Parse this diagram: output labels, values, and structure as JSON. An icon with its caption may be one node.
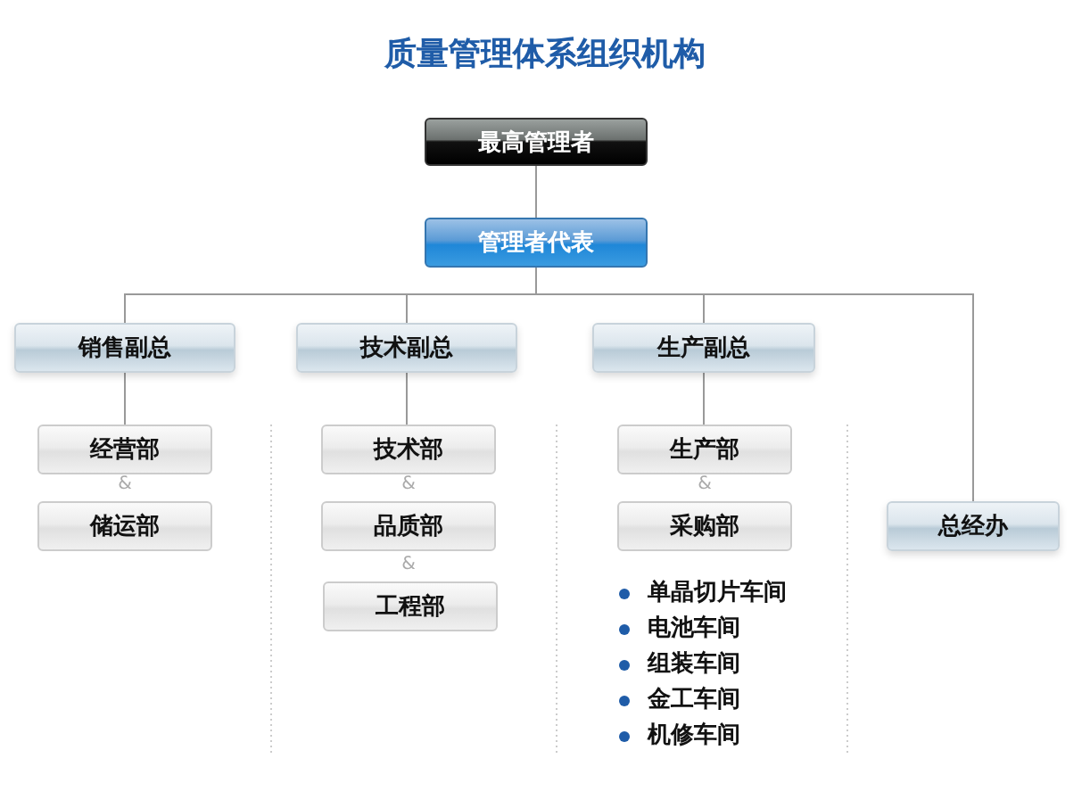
{
  "diagram": {
    "title": "质量管理体系组织机构",
    "nodes": [
      {
        "text": [
          "最高管理者"
        ]
      },
      {
        "text": [
          "管理者代表"
        ]
      },
      {
        "text": [
          "销售副总"
        ]
      },
      {
        "text": [
          "技术副总"
        ]
      },
      {
        "text": [
          "生产副总"
        ]
      },
      {
        "text": [
          "总经办"
        ]
      },
      {
        "text": [
          "经营部"
        ]
      },
      {
        "text": [
          "储运部"
        ]
      },
      {
        "text": [
          "技术部"
        ]
      },
      {
        "text": [
          "品质部"
        ]
      },
      {
        "text": [
          "工程部"
        ]
      },
      {
        "text": [
          "生产部"
        ]
      },
      {
        "text": [
          "采购部"
        ]
      }
    ],
    "edges": [
      {
        "from": 0,
        "to": 1,
        "arrow": "none"
      },
      {
        "from": 1,
        "to": 2,
        "arrow": "none"
      },
      {
        "from": 1,
        "to": 3,
        "arrow": "none"
      },
      {
        "from": 1,
        "to": 4,
        "arrow": "none"
      },
      {
        "from": 1,
        "to": 5,
        "arrow": "none"
      },
      {
        "from": 2,
        "to": 6,
        "arrow": "none"
      },
      {
        "from": 3,
        "to": 8,
        "arrow": "none"
      },
      {
        "from": 4,
        "to": 11,
        "arrow": "none"
      }
    ],
    "labels": [
      "&",
      "&",
      "&",
      "&",
      "单晶切片车间",
      "电池车间",
      "组装车间",
      "金工车间",
      "机修车间"
    ]
  }
}
